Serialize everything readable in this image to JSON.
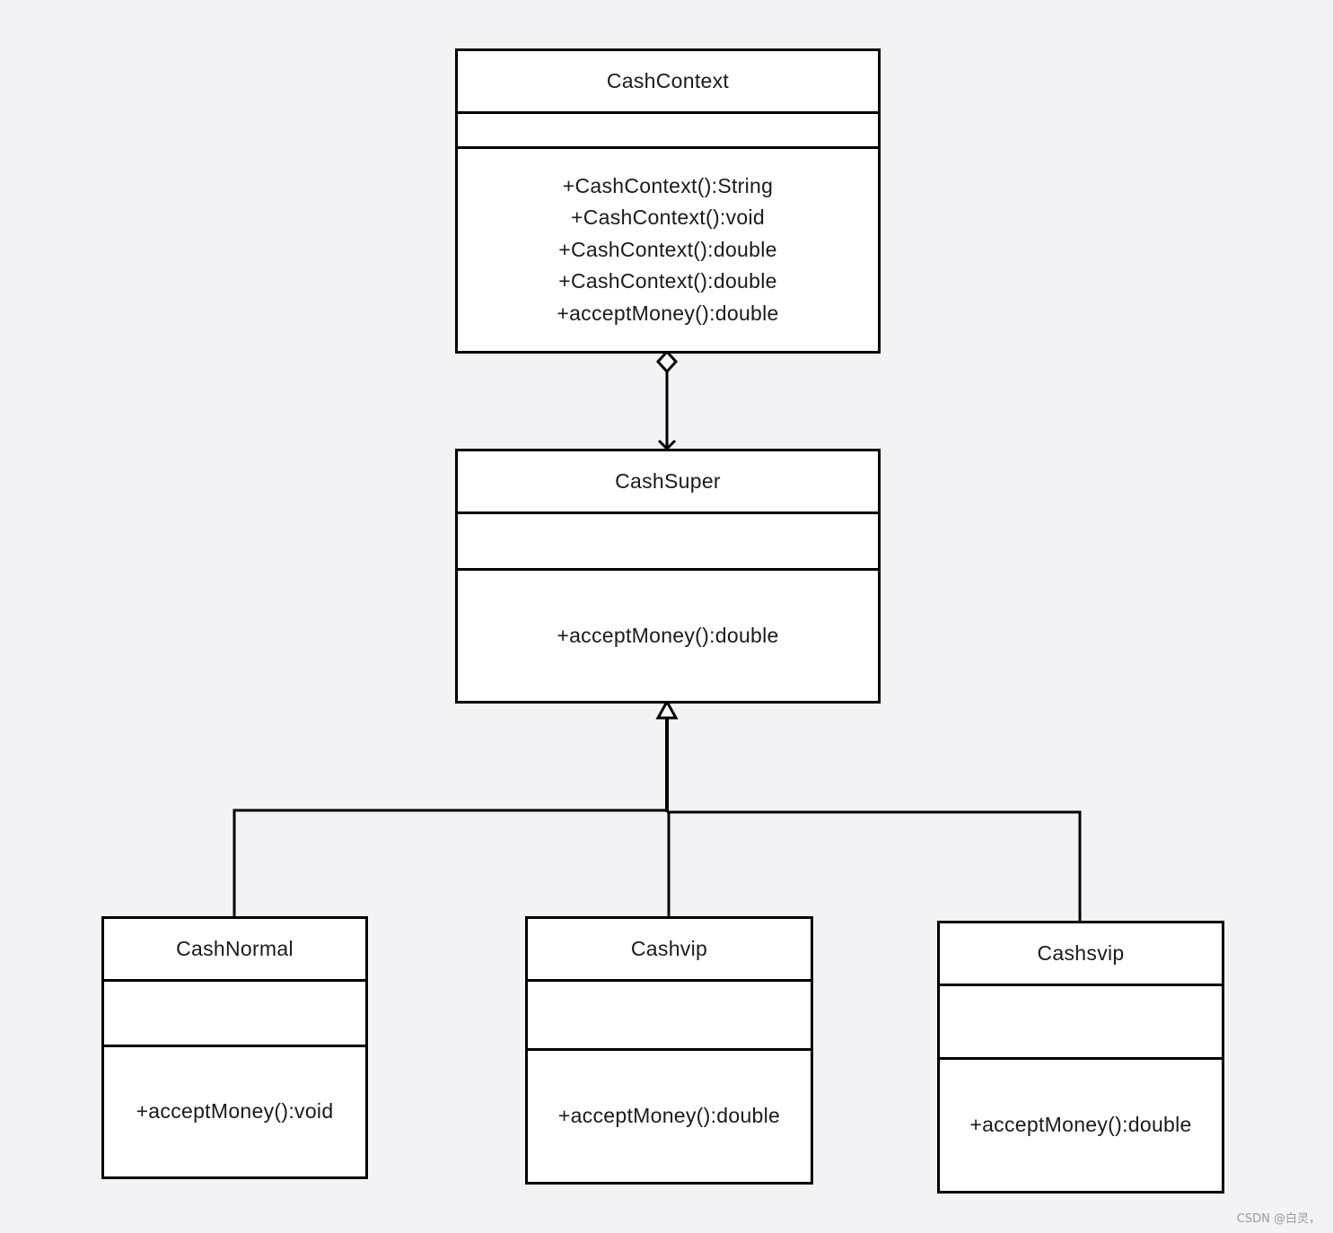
{
  "classes": {
    "cash_context": {
      "name": "CashContext",
      "methods": [
        "+CashContext():String",
        "+CashContext():void",
        "+CashContext():double",
        "+CashContext():double",
        "+acceptMoney():double"
      ]
    },
    "cash_super": {
      "name": "CashSuper",
      "methods": [
        "+acceptMoney():double"
      ]
    },
    "cash_normal": {
      "name": "CashNormal",
      "methods": [
        "+acceptMoney():void"
      ]
    },
    "cashvip": {
      "name": "Cashvip",
      "methods": [
        "+acceptMoney():double"
      ]
    },
    "cashsvip": {
      "name": "Cashsvip",
      "methods": [
        "+acceptMoney():double"
      ]
    }
  },
  "relationships": [
    {
      "from": "CashContext",
      "to": "CashSuper",
      "type": "aggregation"
    },
    {
      "from": "CashNormal",
      "to": "CashSuper",
      "type": "generalization"
    },
    {
      "from": "Cashvip",
      "to": "CashSuper",
      "type": "generalization"
    },
    {
      "from": "Cashsvip",
      "to": "CashSuper",
      "type": "generalization"
    }
  ],
  "watermark": "CSDN @白灵，"
}
